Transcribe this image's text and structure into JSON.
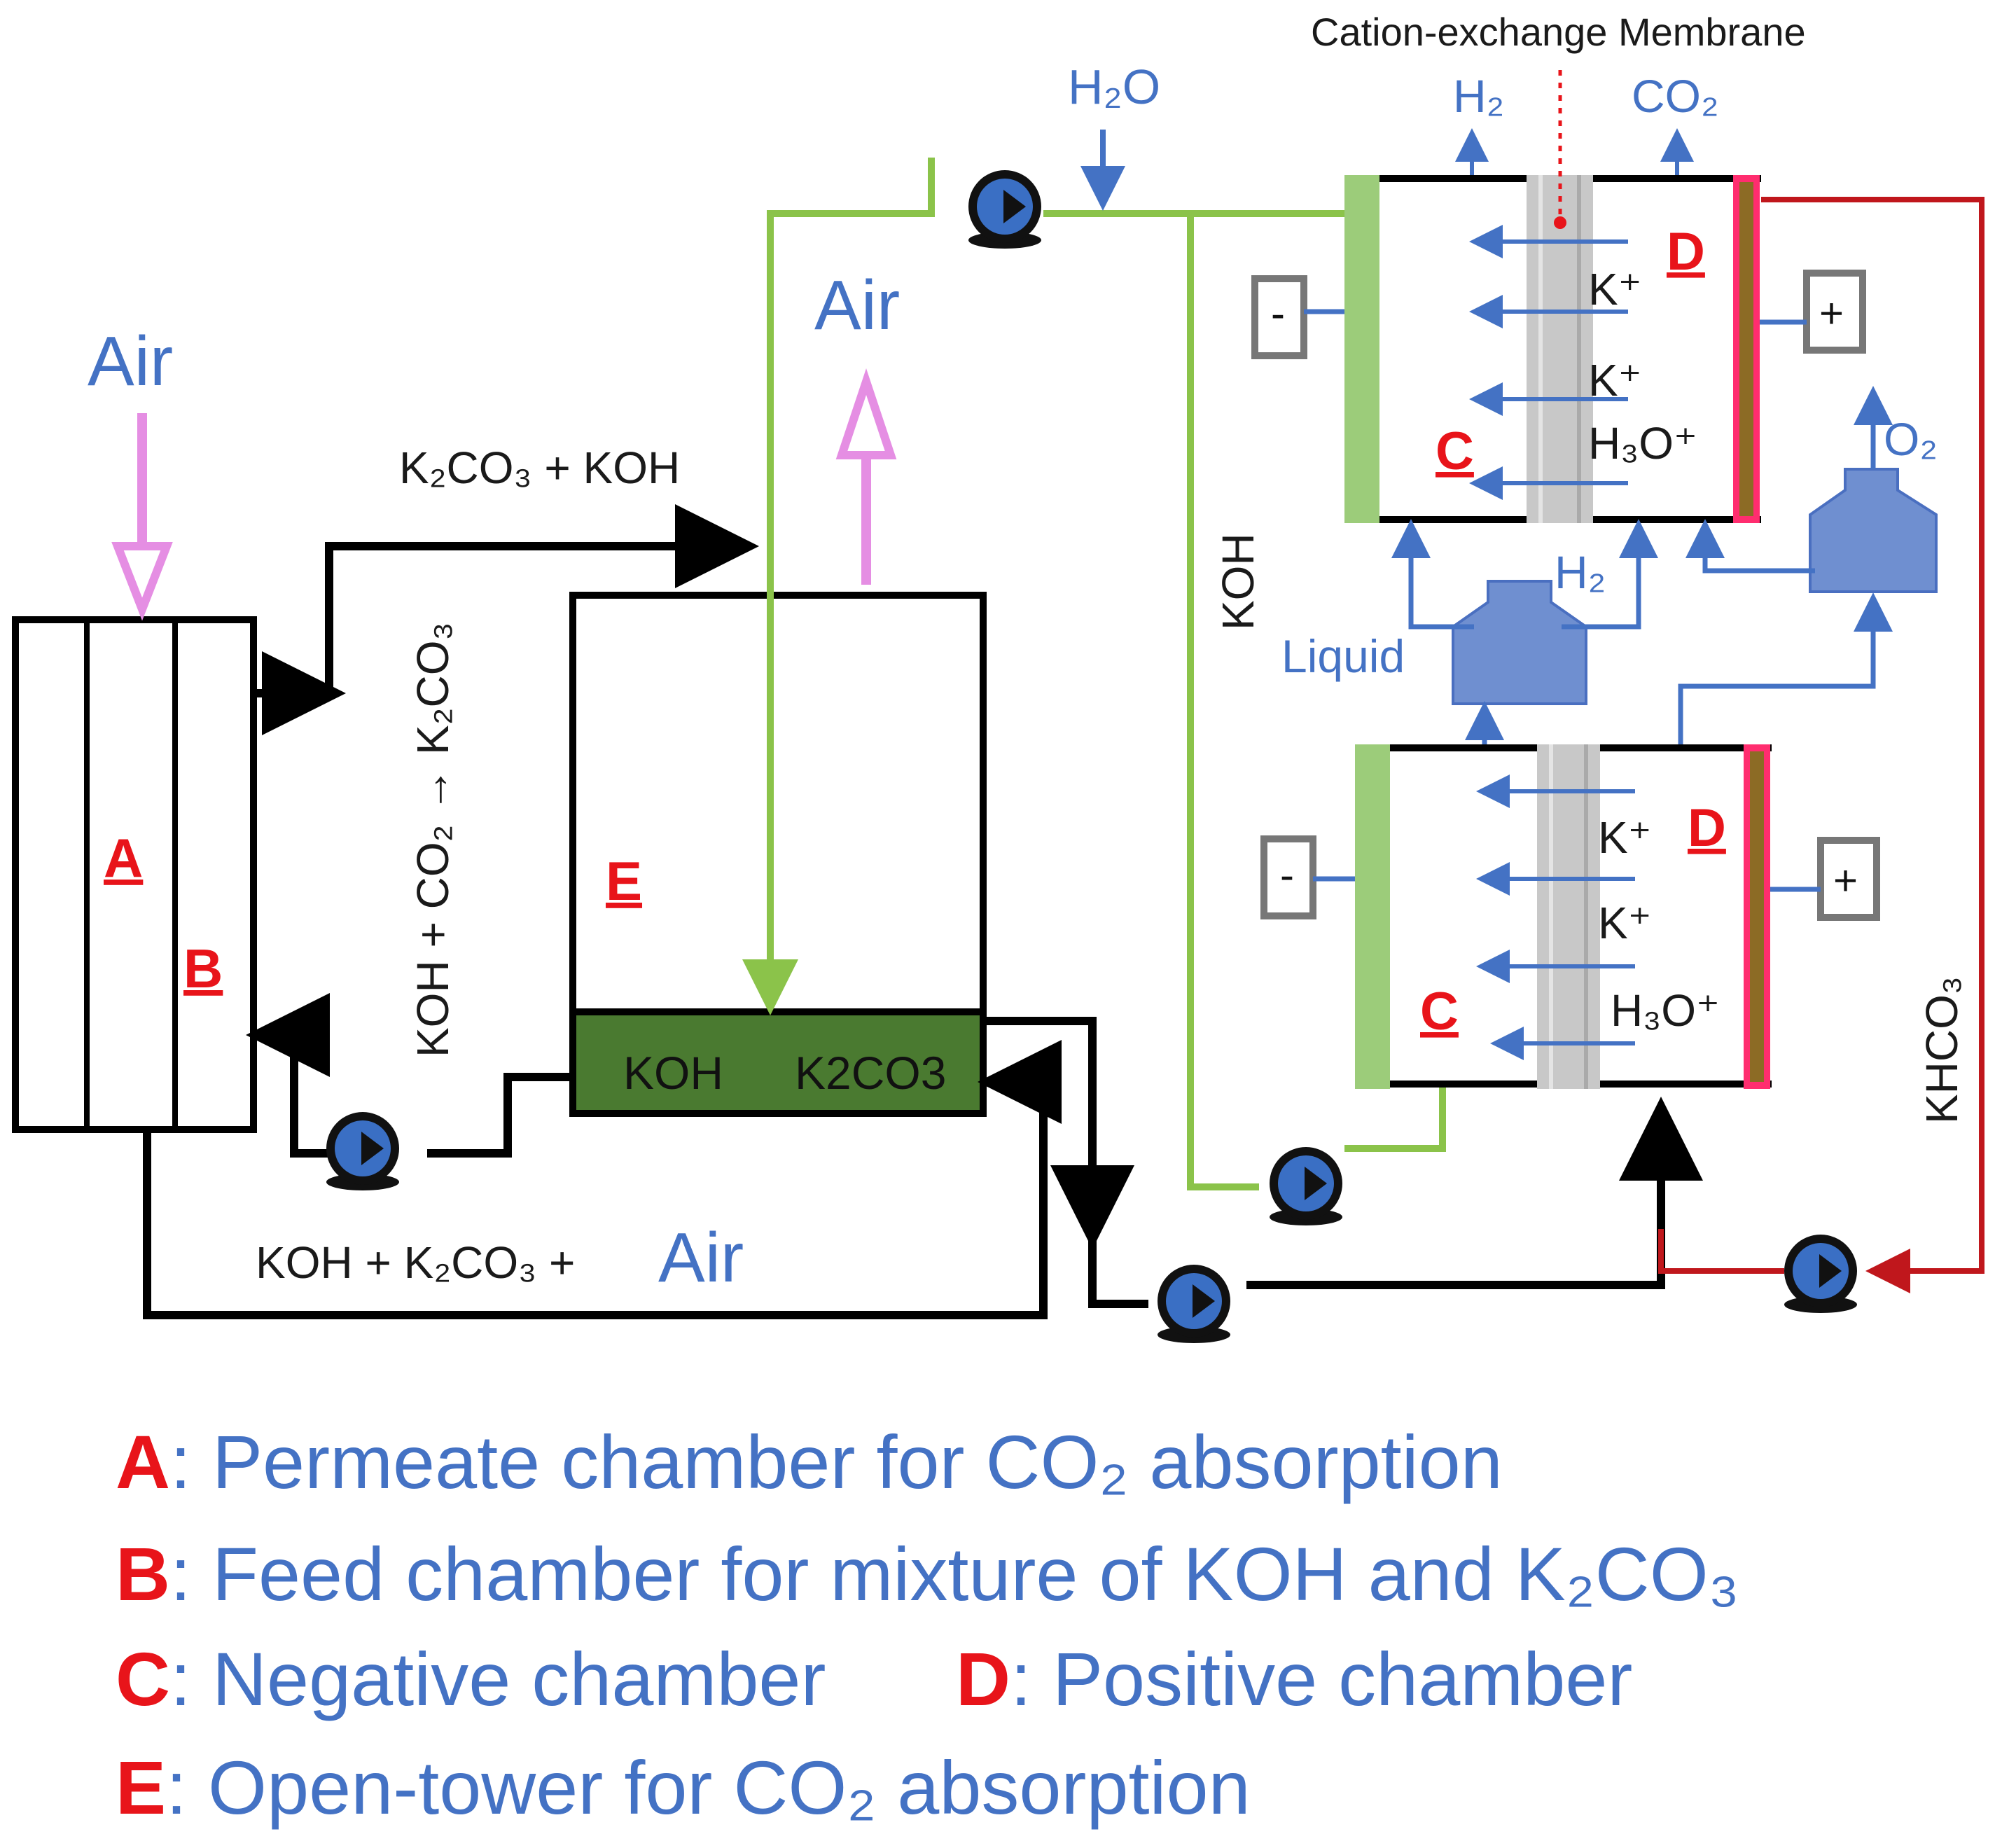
{
  "membrane_label": "Cation-exchange Membrane",
  "inputs": {
    "air_in": "Air",
    "air_out": "Air",
    "water": "H₂O",
    "h2_top": "H₂",
    "co2_top": "CO₂",
    "o2": "O₂",
    "h2_mid": "H₂",
    "liquid": "Liquid"
  },
  "streams": {
    "top_mix": "K₂CO₃ +  KOH",
    "reaction": "KOH + CO₂ → K₂CO₃",
    "bottom_mix_a": "KOH  + K₂CO₃ +",
    "bottom_air": "Air",
    "koh_vertical": "KOH",
    "khco3_vertical": "KHCO₃",
    "tank_koh": "KOH",
    "tank_k2co3": "K2CO3"
  },
  "chamber_labels": {
    "A": "A",
    "B": "B",
    "E": "E",
    "C_top": "C",
    "D_top": "D",
    "C_bottom": "C",
    "D_bottom": "D"
  },
  "ions": {
    "top": [
      "K⁺",
      "K⁺",
      "H₃O⁺"
    ],
    "bottom": [
      "K⁺",
      "K⁺",
      "H₃O⁺"
    ]
  },
  "electrodes": {
    "negative": "-",
    "positive": "+"
  },
  "legend": [
    {
      "key": "A",
      "text": ": Permeate chamber for CO₂ absorption"
    },
    {
      "key": "B",
      "text": ": Feed chamber for mixture of KOH and K₂CO₃"
    },
    {
      "key": "C",
      "text": ": Negative chamber"
    },
    {
      "key": "D",
      "text": ":  Positive chamber"
    },
    {
      "key": "E",
      "text": ": Open-tower for CO₂ absorption"
    }
  ],
  "colors": {
    "blue_text": "#4472c4",
    "red_label": "#e8141a",
    "green_line": "#8bc34a",
    "dark_green_tank": "#4a7a30",
    "pump_blue": "#3a6fc4",
    "air_arrow": "#e58ee3",
    "khco3_line": "#c0171c",
    "electrode_green": "#9ccc7a",
    "electrode_red": "#ff2d6f",
    "membrane_grey": "#c8c8c8"
  }
}
